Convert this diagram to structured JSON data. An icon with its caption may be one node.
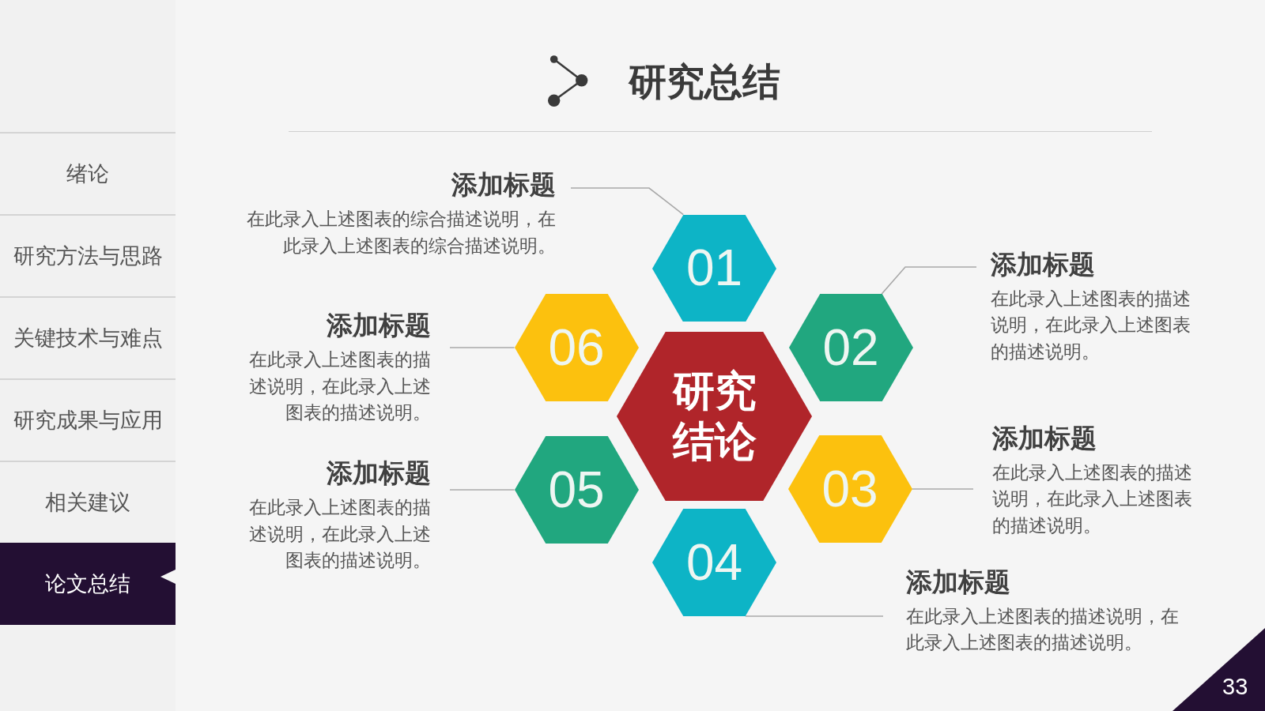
{
  "diagram": {
    "title": "研究总结",
    "nodes": [
      {
        "text": [
          "绪论"
        ]
      },
      {
        "text": [
          "研究方法与思路"
        ]
      },
      {
        "text": [
          "关键技术与难点"
        ]
      },
      {
        "text": [
          "研究成果与应用"
        ]
      },
      {
        "text": [
          "相关建议"
        ]
      },
      {
        "text": [
          "论文总结"
        ]
      },
      {
        "text": [
          "研究结论"
        ]
      },
      {
        "text": [
          "01"
        ]
      },
      {
        "text": [
          "02"
        ]
      },
      {
        "text": [
          "03"
        ]
      },
      {
        "text": [
          "04"
        ]
      },
      {
        "text": [
          "05"
        ]
      },
      {
        "text": [
          "06"
        ]
      },
      {
        "text": [
          "添加标题",
          "在此录入上述图表的综合描述说明，在此录入上述图表的综合描述说明。"
        ]
      },
      {
        "text": [
          "添加标题",
          "在此录入上述图表的描述说明，在此录入上述图表的描述说明。"
        ]
      },
      {
        "text": [
          "添加标题",
          "在此录入上述图表的描述说明，在此录入上述图表的描述说明。"
        ]
      },
      {
        "text": [
          "添加标题",
          "在此录入上述图表的描述说明，在此录入上述图表的描述说明。"
        ]
      },
      {
        "text": [
          "添加标题",
          "在此录入上述图表的描述说明，在此录入上述图表的描述说明。"
        ]
      },
      {
        "text": [
          "添加标题",
          "在此录入上述图表的描述说明，在此录入上述图表的描述说明。"
        ]
      }
    ],
    "edges": [
      {
        "from": 13,
        "to": 7,
        "arrow": "none"
      },
      {
        "from": 14,
        "to": 8,
        "arrow": "none"
      },
      {
        "from": 15,
        "to": 9,
        "arrow": "none"
      },
      {
        "from": 16,
        "to": 10,
        "arrow": "none"
      },
      {
        "from": 17,
        "to": 11,
        "arrow": "none"
      },
      {
        "from": 18,
        "to": 12,
        "arrow": "none"
      }
    ],
    "labels": [
      "33"
    ]
  }
}
